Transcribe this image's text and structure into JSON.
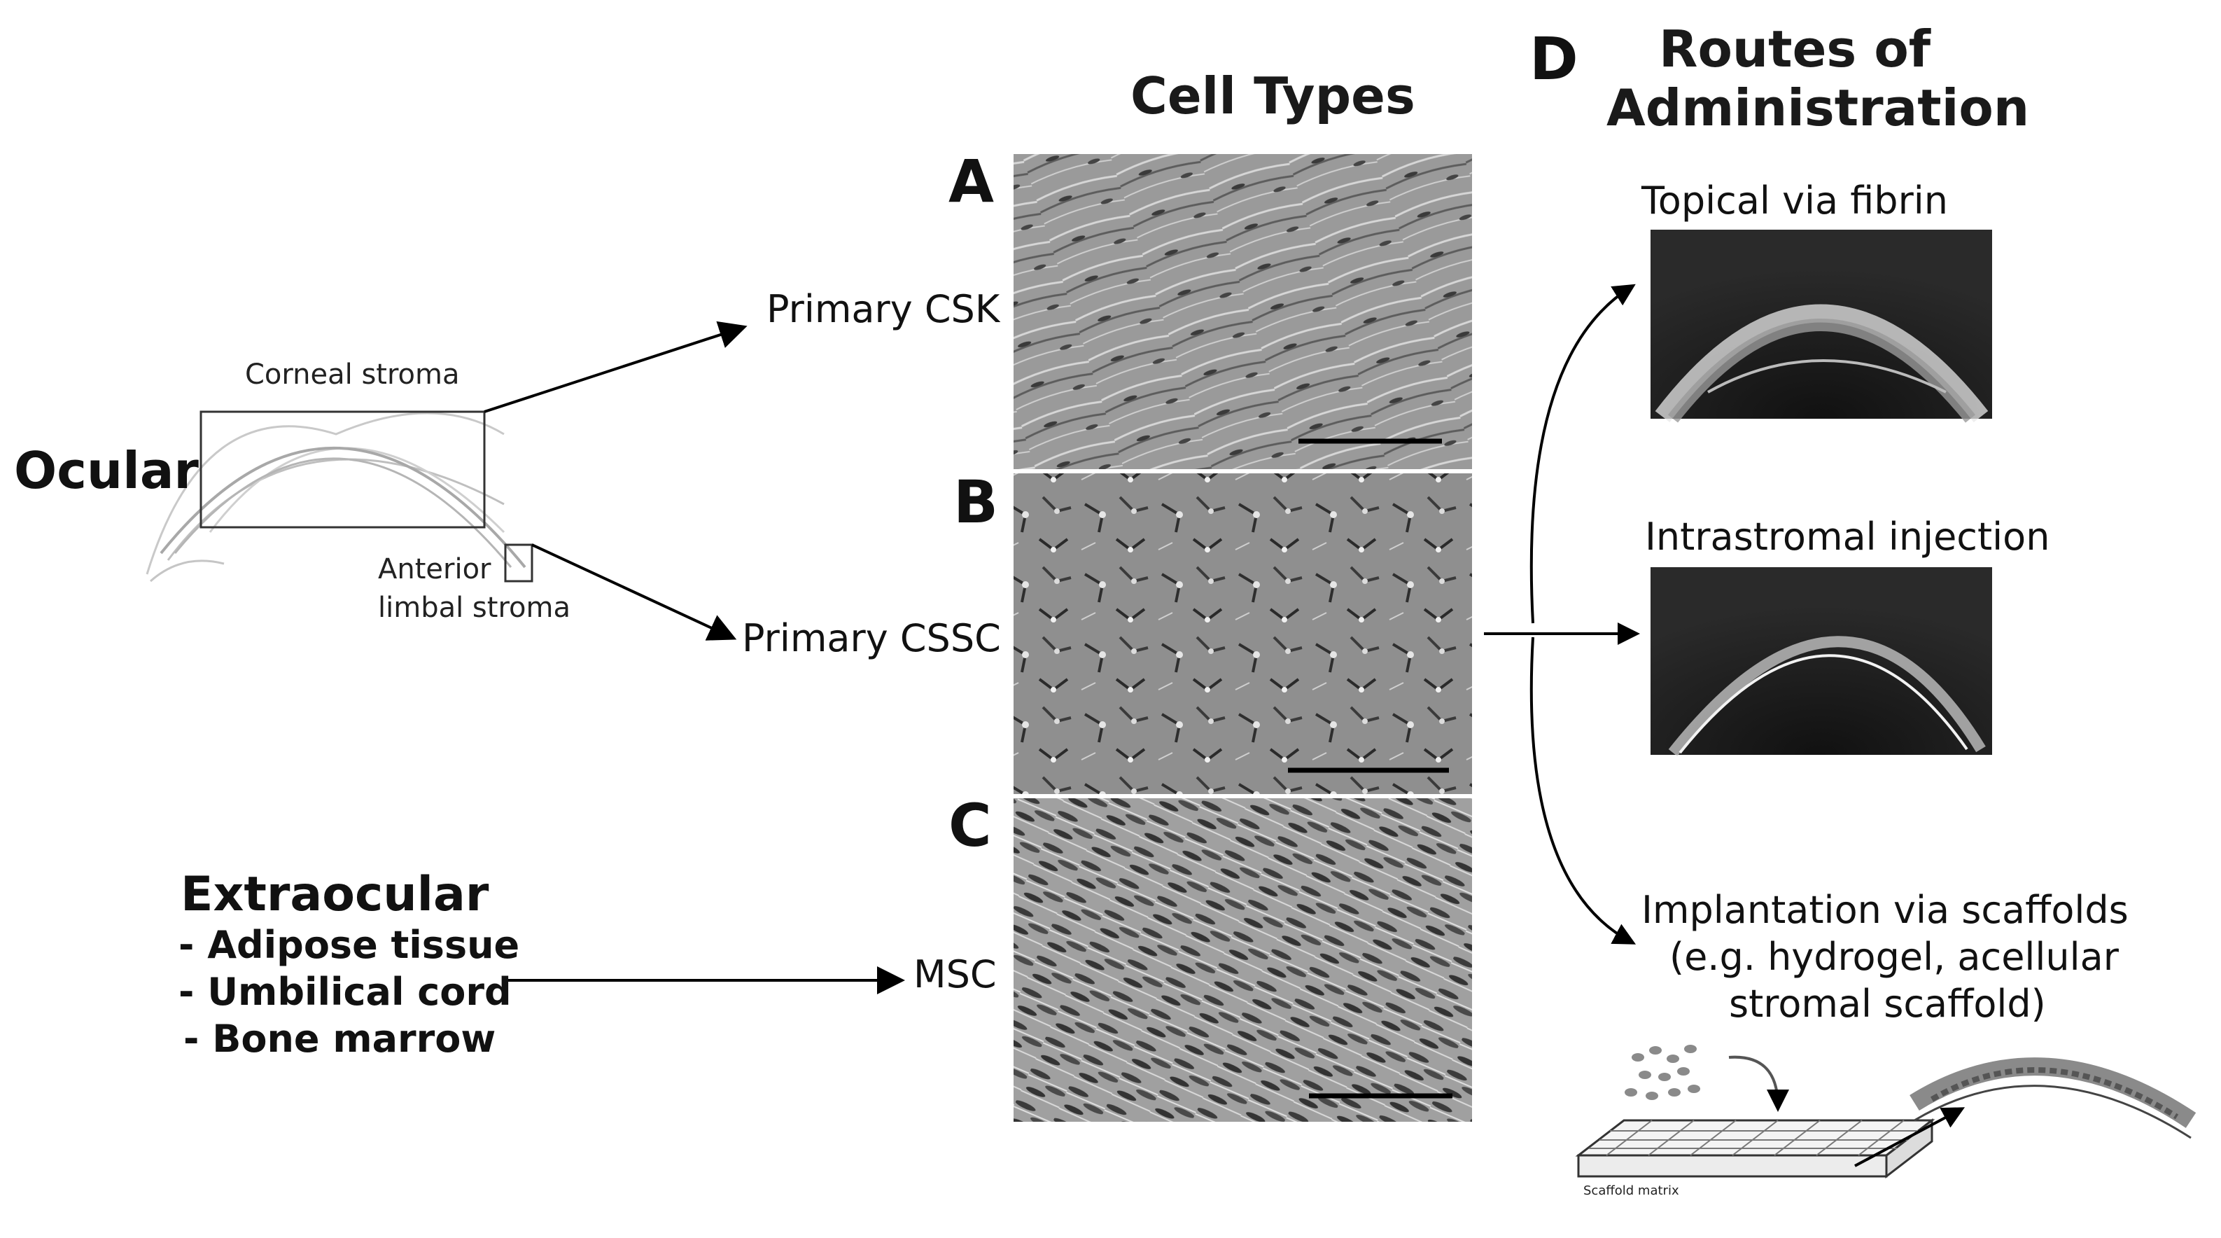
{
  "left": {
    "ocular_label": "Ocular",
    "corneal_stroma_label": "Corneal stroma",
    "anterior_limbal_label_line1": "Anterior",
    "anterior_limbal_label_line2": "limbal stroma",
    "extraocular_title": "Extraocular",
    "extraocular_items": [
      "- Adipose tissue",
      "- Umbilical cord",
      "- Bone marrow"
    ]
  },
  "middle": {
    "title": "Cell Types",
    "panels": [
      {
        "letter": "A",
        "cell_label": "Primary CSK"
      },
      {
        "letter": "B",
        "cell_label": "Primary CSSC"
      },
      {
        "letter": "C",
        "cell_label": "MSC"
      }
    ]
  },
  "right": {
    "letter": "D",
    "title_line1": "Routes of",
    "title_line2": "Administration",
    "routes": [
      {
        "label": "Topical via fibrin"
      },
      {
        "label": "Intrastromal injection"
      },
      {
        "label_line1": "Implantation via scaffolds",
        "label_line2": "(e.g. hydrogel, acellular",
        "label_line3": "stromal scaffold)"
      }
    ],
    "scaffold_matrix_label": "Scaffold matrix"
  }
}
